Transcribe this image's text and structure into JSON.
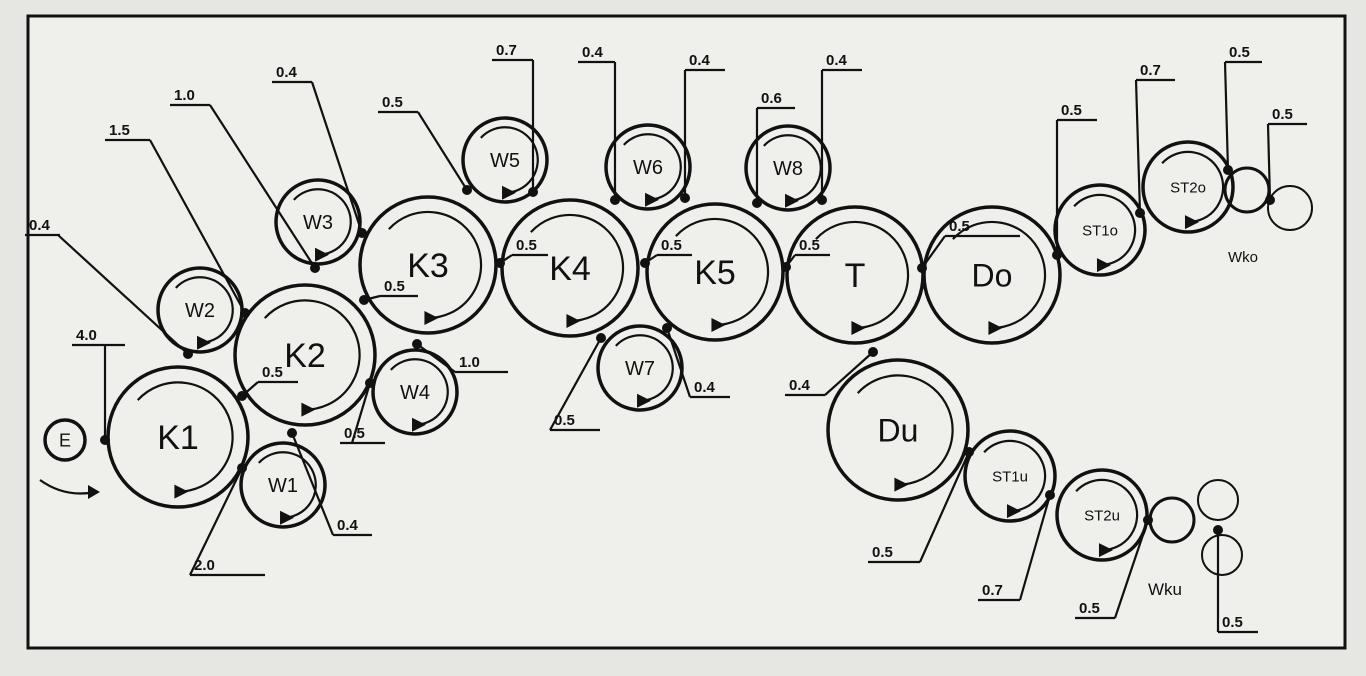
{
  "title": "Roll arrangement diagram with gap settings",
  "rolls": [
    {
      "id": "E",
      "label": "E"
    },
    {
      "id": "K1",
      "label": "K1"
    },
    {
      "id": "W1",
      "label": "W1"
    },
    {
      "id": "K2",
      "label": "K2"
    },
    {
      "id": "W2",
      "label": "W2"
    },
    {
      "id": "W3",
      "label": "W3"
    },
    {
      "id": "W4",
      "label": "W4"
    },
    {
      "id": "K3",
      "label": "K3"
    },
    {
      "id": "W5",
      "label": "W5"
    },
    {
      "id": "K4",
      "label": "K4"
    },
    {
      "id": "W6",
      "label": "W6"
    },
    {
      "id": "W7",
      "label": "W7"
    },
    {
      "id": "K5",
      "label": "K5"
    },
    {
      "id": "W8",
      "label": "W8"
    },
    {
      "id": "T",
      "label": "T"
    },
    {
      "id": "Do",
      "label": "Do"
    },
    {
      "id": "Du",
      "label": "Du"
    },
    {
      "id": "ST1o",
      "label": "ST1o"
    },
    {
      "id": "ST2o",
      "label": "ST2o"
    },
    {
      "id": "ST1u",
      "label": "ST1u"
    },
    {
      "id": "ST2u",
      "label": "ST2u"
    }
  ],
  "group_labels": {
    "wko": "Wko",
    "wku": "Wku"
  },
  "gaps": [
    "4.0",
    "0.4",
    "1.5",
    "1.0",
    "0.4",
    "0.5",
    "0.7",
    "0.4",
    "0.4",
    "0.6",
    "0.4",
    "0.5",
    "0.5",
    "0.7",
    "0.5",
    "0.5",
    "0.5",
    "0.5",
    "0.5",
    "0.5",
    "0.5",
    "1.0",
    "0.5",
    "0.4",
    "2.0",
    "0.5",
    "0.4",
    "0.4",
    "0.5",
    "0.7",
    "0.5",
    "0.5"
  ]
}
